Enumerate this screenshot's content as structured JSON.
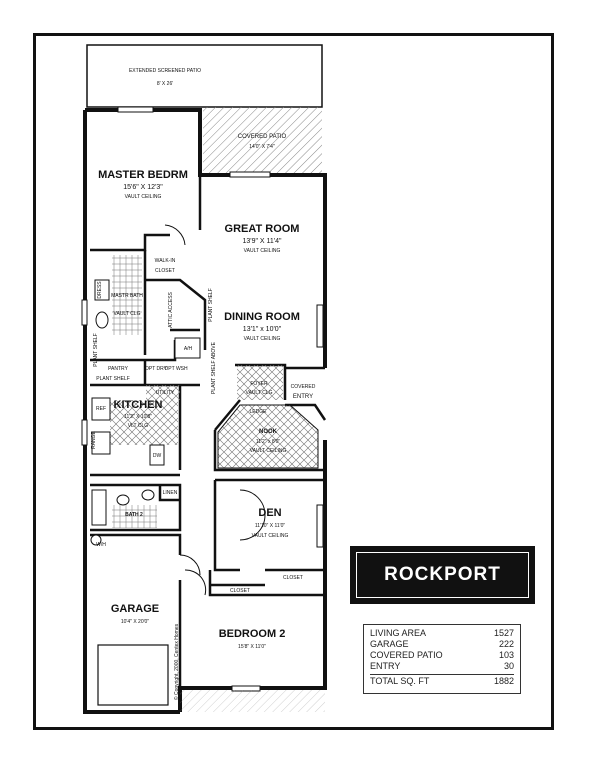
{
  "rooms": {
    "patio_ext": {
      "name": "EXTENDED SCREENED PATIO",
      "dim": "8' X 26'"
    },
    "patio_cov": {
      "name": "COVERED PATIO",
      "dim": "14'0\" X 7'4\""
    },
    "master": {
      "name": "MASTER BEDRM",
      "dim": "15'6\" X 12'3\"",
      "note": "VAULT CEILING"
    },
    "great": {
      "name": "GREAT ROOM",
      "dim": "13'9\" X 11'4\"",
      "note": "VAULT CEILING"
    },
    "dining": {
      "name": "DINING ROOM",
      "dim": "13'1\" x 10'0\"",
      "note": "VAULT CEILING"
    },
    "walkin": {
      "name": "WALK-IN",
      "note": "CLOSET"
    },
    "masterbath": {
      "name": "MASTR BATH",
      "note": "VAULT CLG"
    },
    "kitchen": {
      "name": "KITCHEN",
      "dim": "11'2\" X 10'8\"",
      "note": "VLT CLG"
    },
    "nook": {
      "name": "NOOK",
      "dim": "11'2\" x 8'0\"",
      "note": "VAULT CEILING"
    },
    "foyer": {
      "name": "FOYER",
      "note": "VAULT CLG"
    },
    "covered_entry": {
      "name": "COVERED",
      "name2": "ENTRY"
    },
    "bath2": {
      "name": "BATH 2"
    },
    "den": {
      "name": "DEN",
      "dim": "11'10\" X 11'0\"",
      "note": "VAULT CEILING"
    },
    "garage": {
      "name": "GARAGE",
      "dim": "10'4\" X 20'0\""
    },
    "bedroom2": {
      "name": "BEDROOM 2",
      "dim": "15'8\" X 11'0\""
    }
  },
  "small_labels": {
    "pantry": "PANTRY",
    "plant_shelf": "PLANT SHELF",
    "plant_shelf_above": "PLANT SHELF ABOVE",
    "utility": "UTILITY",
    "opt_dry": "OPT DRY",
    "opt_wsh": "OPT WSH",
    "ah": "A/H",
    "attic": "ATTIC ACCESS",
    "ledge": "LEDGE",
    "linen": "LINEN",
    "closet": "CLOSET",
    "ref": "REF",
    "range": "RANGE",
    "dw": "DW",
    "wh": "W/H",
    "dress": "DRESS",
    "plant_shelf_left": "PLANT SHELF",
    "copyright": "© Copyright, 2000, Centex Homes"
  },
  "title": "ROCKPORT",
  "areas": [
    {
      "label": "LIVING AREA",
      "value": "1527"
    },
    {
      "label": "GARAGE",
      "value": "222"
    },
    {
      "label": "COVERED PATIO",
      "value": "103"
    },
    {
      "label": "ENTRY",
      "value": "30"
    }
  ],
  "total": {
    "label": "TOTAL SQ. FT",
    "value": "1882"
  }
}
